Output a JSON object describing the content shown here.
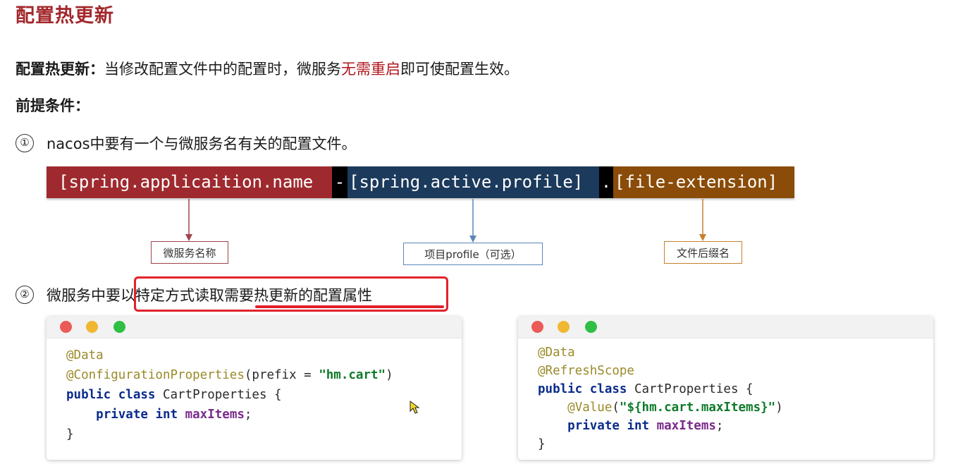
{
  "title": "配置热更新",
  "intro": {
    "label": "配置热更新：",
    "text_before": "当修改配置文件中的配置时，微服务",
    "highlight": "无需重启",
    "text_after": "即可使配置生效。"
  },
  "prereq_label": "前提条件：",
  "step1": {
    "number": "①",
    "text": "nacos中要有一个与微服务名有关的配置文件。"
  },
  "config_pattern": {
    "name": "[spring.applicaition.name",
    "dash": "-",
    "profile": "[spring.active.profile]",
    "dot": ".",
    "extension": "[file-extension]"
  },
  "labels": {
    "service_name": "微服务名称",
    "profile": "项目profile（可选）",
    "suffix": "文件后缀名"
  },
  "step2": {
    "number": "②",
    "text_before": "微服务中要",
    "boxed_part1": "以特定方式读取",
    "boxed_part2": "需要热更新的配置属性"
  },
  "code1": {
    "l1_ann": "@Data",
    "l2_ann": "@ConfigurationProperties",
    "l2_open": "(prefix = ",
    "l2_str": "\"hm.cart\"",
    "l2_close": ")",
    "l3_kw": "public class",
    "l3_rest": " CartProperties {",
    "l4_kw": "private int",
    "l4_field": "maxItems",
    "l4_end": ";",
    "l5": "}"
  },
  "code2": {
    "l1_ann": "@Data",
    "l2_ann": "@RefreshScope",
    "l3_kw": "public class",
    "l3_rest": " CartProperties {",
    "l4_ann": "@Value",
    "l4_open": "(",
    "l4_str": "\"${hm.cart.maxItems}\"",
    "l4_close": ")",
    "l5_kw": "private int",
    "l5_field": "maxItems",
    "l5_end": ";",
    "l6": "}"
  },
  "colors": {
    "title": "#a3282c",
    "highlight_text": "#b0161d",
    "name_segment": "#9e2a2f",
    "profile_segment": "#1b3a5c",
    "extension_segment": "#8a4c08",
    "highlight_box": "#e0222b"
  }
}
